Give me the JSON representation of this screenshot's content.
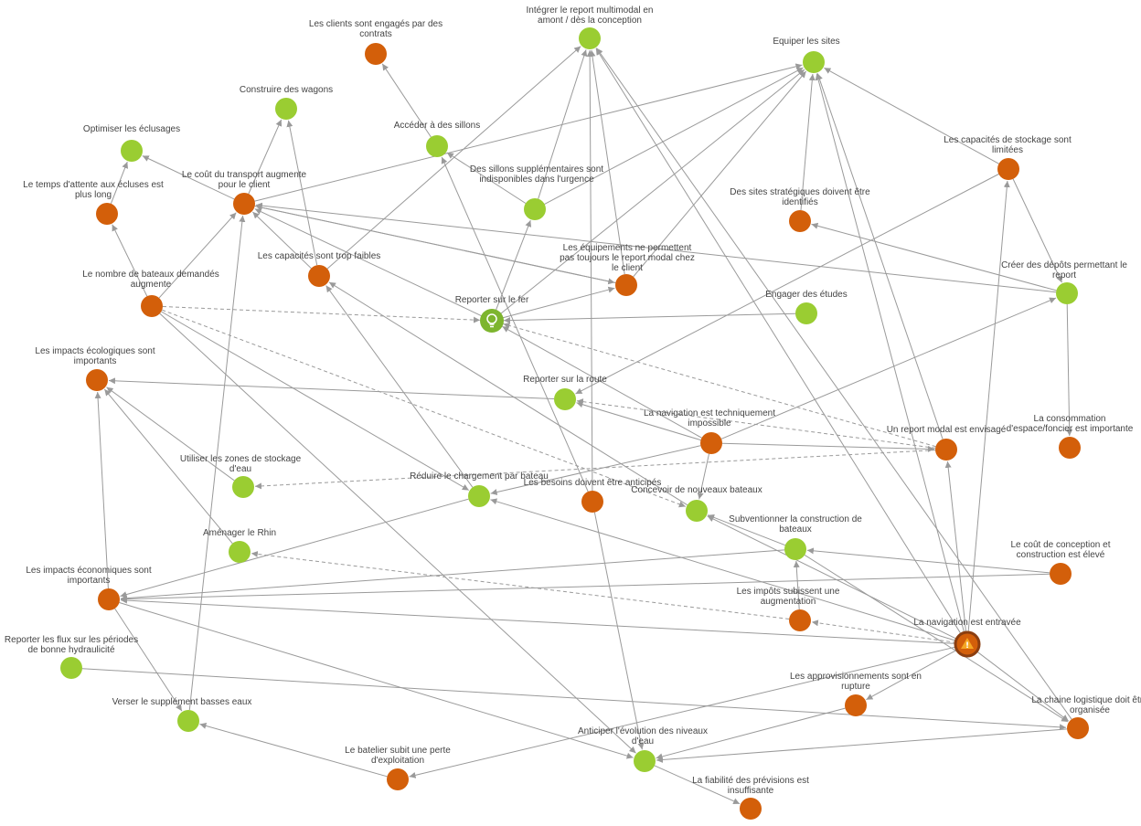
{
  "colors": {
    "action": "#9ACD32",
    "problem": "#D35F0A",
    "edge": "#9a9a9a",
    "text": "#444444",
    "central_problem_ring": "#8B3E10",
    "warning": "#F5A623",
    "bulb_fill": "#7DB52E"
  },
  "nodes": [
    {
      "id": "n1",
      "kind": "action",
      "label": [
        "Intégrer le report multimodal en",
        "amont / dès la conception"
      ]
    },
    {
      "id": "n2",
      "kind": "problem",
      "label": [
        "Les clients sont engagés par des",
        "contrats"
      ]
    },
    {
      "id": "n3",
      "kind": "action",
      "label": [
        "Equiper les sites"
      ]
    },
    {
      "id": "n4",
      "kind": "action",
      "label": [
        "Construire des wagons"
      ]
    },
    {
      "id": "n5",
      "kind": "action",
      "label": [
        "Optimiser les éclusages"
      ]
    },
    {
      "id": "n6",
      "kind": "action",
      "label": [
        "Accéder à des sillons"
      ]
    },
    {
      "id": "n7",
      "kind": "problem",
      "label": [
        "Les capacités de stockage sont",
        "limitées"
      ]
    },
    {
      "id": "n8",
      "kind": "problem",
      "label": [
        "Le coût du transport augmente",
        "pour le client"
      ]
    },
    {
      "id": "n9",
      "kind": "problem",
      "label": [
        "Le temps d'attente aux écluses est",
        "plus long"
      ]
    },
    {
      "id": "n10",
      "kind": "action",
      "label": [
        "Des sillons supplémentaires sont",
        "indisponibles dans l'urgence"
      ]
    },
    {
      "id": "n11",
      "kind": "problem",
      "label": [
        "Des sites stratégiques doivent être",
        "identifiés"
      ]
    },
    {
      "id": "n12",
      "kind": "problem",
      "label": [
        "Les capacités sont trop faibles"
      ]
    },
    {
      "id": "n13",
      "kind": "problem",
      "label": [
        "Les équipements ne permettent",
        "pas toujours le report modal chez",
        "le client"
      ]
    },
    {
      "id": "n14",
      "kind": "problem",
      "label": [
        "Le nombre de bateaux demandés",
        "augmente"
      ]
    },
    {
      "id": "n15",
      "kind": "action",
      "label": [
        "Créer des dépôts permettant le",
        "report"
      ]
    },
    {
      "id": "n16",
      "kind": "action",
      "label": [
        "Reporter sur le fer"
      ],
      "icon": "lightbulb-icon"
    },
    {
      "id": "n17",
      "kind": "action",
      "label": [
        "Engager des études"
      ]
    },
    {
      "id": "n18",
      "kind": "problem",
      "label": [
        "Les impacts écologiques sont",
        "importants"
      ]
    },
    {
      "id": "n19",
      "kind": "action",
      "label": [
        "Reporter sur la route"
      ]
    },
    {
      "id": "n20",
      "kind": "problem",
      "label": [
        "La navigation est techniquement",
        "impossible"
      ]
    },
    {
      "id": "n21",
      "kind": "problem",
      "label": [
        "Un report modal est envisagé"
      ]
    },
    {
      "id": "n22",
      "kind": "problem",
      "label": [
        "La consommation",
        "d'espace/foncier est importante"
      ]
    },
    {
      "id": "n23",
      "kind": "action",
      "label": [
        "Utiliser les zones de stockage",
        "d'eau"
      ]
    },
    {
      "id": "n24",
      "kind": "action",
      "label": [
        "Réduire le chargement par bateau"
      ]
    },
    {
      "id": "n25",
      "kind": "problem",
      "label": [
        "Les besoins doivent être anticipés"
      ]
    },
    {
      "id": "n26",
      "kind": "action",
      "label": [
        "Concevoir de nouveaux bateaux"
      ]
    },
    {
      "id": "n27",
      "kind": "action",
      "label": [
        "Subventionner la construction de",
        "bateaux"
      ]
    },
    {
      "id": "n28",
      "kind": "action",
      "label": [
        "Aménager le Rhin"
      ]
    },
    {
      "id": "n29",
      "kind": "problem",
      "label": [
        "Le coût de conception et",
        "construction est élevé"
      ]
    },
    {
      "id": "n30",
      "kind": "problem",
      "label": [
        "Les impacts économiques sont",
        "importants"
      ]
    },
    {
      "id": "n31",
      "kind": "problem",
      "label": [
        "Les impôts subissent une",
        "augmentation"
      ]
    },
    {
      "id": "n32",
      "kind": "problem",
      "label": [
        "La navigation est entravée"
      ],
      "icon": "warning-icon"
    },
    {
      "id": "n33",
      "kind": "action",
      "label": [
        "Reporter les flux sur les périodes",
        "de bonne hydraulicité"
      ]
    },
    {
      "id": "n34",
      "kind": "problem",
      "label": [
        "Les approvisionnements sont en",
        "rupture"
      ]
    },
    {
      "id": "n35",
      "kind": "action",
      "label": [
        "Verser le supplément basses eaux"
      ]
    },
    {
      "id": "n36",
      "kind": "problem",
      "label": [
        "La chaine logistique doit être",
        "organisée"
      ]
    },
    {
      "id": "n37",
      "kind": "action",
      "label": [
        "Anticiper l'évolution des niveaux",
        "d'eau"
      ]
    },
    {
      "id": "n38",
      "kind": "problem",
      "label": [
        "Le batelier subit une perte",
        "d'exploitation"
      ]
    },
    {
      "id": "n39",
      "kind": "problem",
      "label": [
        "La fiabilité des prévisions est",
        "insuffisante"
      ]
    }
  ],
  "edges": [
    {
      "from": "n10",
      "to": "n1"
    },
    {
      "from": "n13",
      "to": "n1"
    },
    {
      "from": "n12",
      "to": "n1"
    },
    {
      "from": "n25",
      "to": "n1"
    },
    {
      "from": "n32",
      "to": "n1"
    },
    {
      "from": "n6",
      "to": "n2"
    },
    {
      "from": "n8",
      "to": "n3"
    },
    {
      "from": "n10",
      "to": "n3"
    },
    {
      "from": "n13",
      "to": "n3"
    },
    {
      "from": "n11",
      "to": "n3"
    },
    {
      "from": "n7",
      "to": "n3"
    },
    {
      "from": "n21",
      "to": "n3"
    },
    {
      "from": "n8",
      "to": "n4"
    },
    {
      "from": "n12",
      "to": "n4"
    },
    {
      "from": "n8",
      "to": "n5"
    },
    {
      "from": "n9",
      "to": "n5"
    },
    {
      "from": "n10",
      "to": "n6"
    },
    {
      "from": "n25",
      "to": "n6"
    },
    {
      "from": "n14",
      "to": "n8"
    },
    {
      "from": "n12",
      "to": "n8"
    },
    {
      "from": "n16",
      "to": "n8"
    },
    {
      "from": "n13",
      "to": "n8"
    },
    {
      "from": "n15",
      "to": "n8"
    },
    {
      "from": "n35",
      "to": "n8"
    },
    {
      "from": "n14",
      "to": "n9"
    },
    {
      "from": "n16",
      "to": "n10"
    },
    {
      "from": "n15",
      "to": "n11"
    },
    {
      "from": "n26",
      "to": "n12"
    },
    {
      "from": "n24",
      "to": "n12"
    },
    {
      "from": "n16",
      "to": "n13"
    },
    {
      "from": "n8",
      "to": "n13"
    },
    {
      "from": "n7",
      "to": "n15"
    },
    {
      "from": "n20",
      "to": "n15"
    },
    {
      "from": "n14",
      "to": "n16",
      "dashed": true
    },
    {
      "from": "n20",
      "to": "n16"
    },
    {
      "from": "n21",
      "to": "n16",
      "dashed": true
    },
    {
      "from": "n17",
      "to": "n16"
    },
    {
      "from": "n19",
      "to": "n18"
    },
    {
      "from": "n28",
      "to": "n18"
    },
    {
      "from": "n23",
      "to": "n18"
    },
    {
      "from": "n30",
      "to": "n18"
    },
    {
      "from": "n20",
      "to": "n19"
    },
    {
      "from": "n21",
      "to": "n19",
      "dashed": true
    },
    {
      "from": "n7",
      "to": "n19"
    },
    {
      "from": "n20",
      "to": "n21"
    },
    {
      "from": "n32",
      "to": "n21"
    },
    {
      "from": "n15",
      "to": "n22"
    },
    {
      "from": "n21",
      "to": "n23",
      "dashed": true
    },
    {
      "from": "n20",
      "to": "n24"
    },
    {
      "from": "n14",
      "to": "n24"
    },
    {
      "from": "n32",
      "to": "n24"
    },
    {
      "from": "n14",
      "to": "n26",
      "dashed": true
    },
    {
      "from": "n20",
      "to": "n26"
    },
    {
      "from": "n27",
      "to": "n26"
    },
    {
      "from": "n32",
      "to": "n26"
    },
    {
      "from": "n29",
      "to": "n27"
    },
    {
      "from": "n31",
      "to": "n27"
    },
    {
      "from": "n31",
      "to": "n28",
      "dashed": true
    },
    {
      "from": "n32",
      "to": "n30"
    },
    {
      "from": "n27",
      "to": "n30"
    },
    {
      "from": "n29",
      "to": "n30"
    },
    {
      "from": "n24",
      "to": "n30"
    },
    {
      "from": "n32",
      "to": "n31",
      "dashed": true
    },
    {
      "from": "n30",
      "to": "n35"
    },
    {
      "from": "n32",
      "to": "n34"
    },
    {
      "from": "n38",
      "to": "n35"
    },
    {
      "from": "n36",
      "to": "n37"
    },
    {
      "from": "n34",
      "to": "n37"
    },
    {
      "from": "n32",
      "to": "n36"
    },
    {
      "from": "n33",
      "to": "n36"
    },
    {
      "from": "n30",
      "to": "n37"
    },
    {
      "from": "n14",
      "to": "n37"
    },
    {
      "from": "n32",
      "to": "n38"
    },
    {
      "from": "n37",
      "to": "n39"
    },
    {
      "from": "n25",
      "to": "n37"
    },
    {
      "from": "n32",
      "to": "n7"
    },
    {
      "from": "n32",
      "to": "n3"
    },
    {
      "from": "n36",
      "to": "n1"
    },
    {
      "from": "n16",
      "to": "n3"
    },
    {
      "from": "n27",
      "to": "n36"
    }
  ]
}
